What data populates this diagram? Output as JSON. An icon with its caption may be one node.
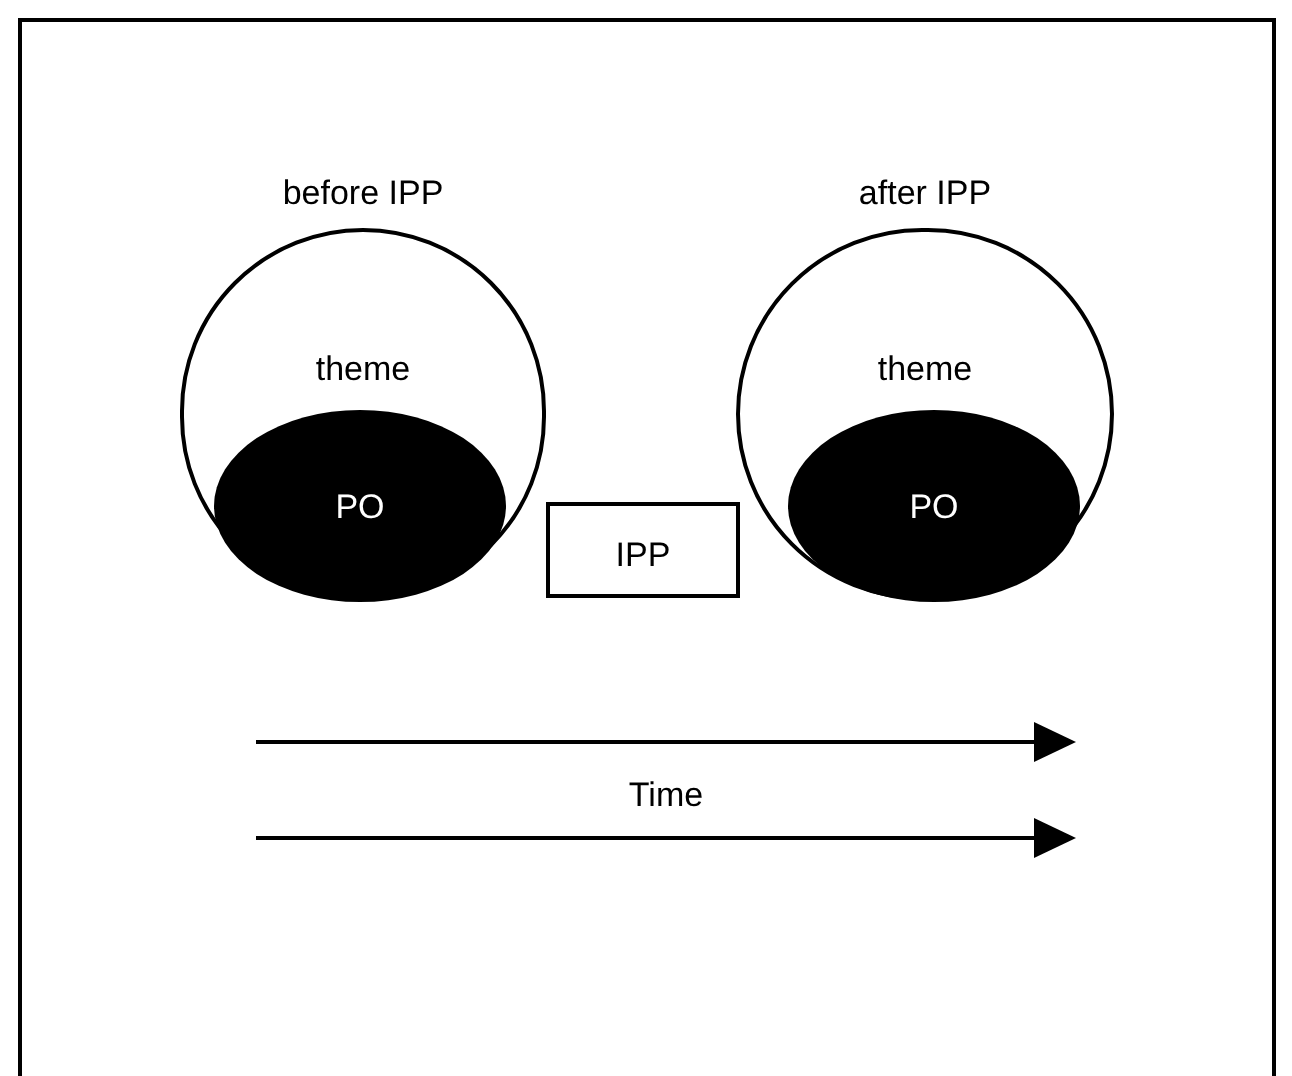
{
  "diagram": {
    "nodes": [
      {
        "text": [
          "theme"
        ],
        "beside": [
          "before IPP"
        ]
      },
      {
        "text": [
          "PO"
        ],
        "in": 0
      },
      {
        "text": [
          "theme"
        ],
        "beside": [
          "after IPP"
        ]
      },
      {
        "text": [
          "PO"
        ],
        "in": 2
      },
      {
        "text": [
          "IPP"
        ]
      }
    ],
    "labels": [
      "Time"
    ]
  }
}
